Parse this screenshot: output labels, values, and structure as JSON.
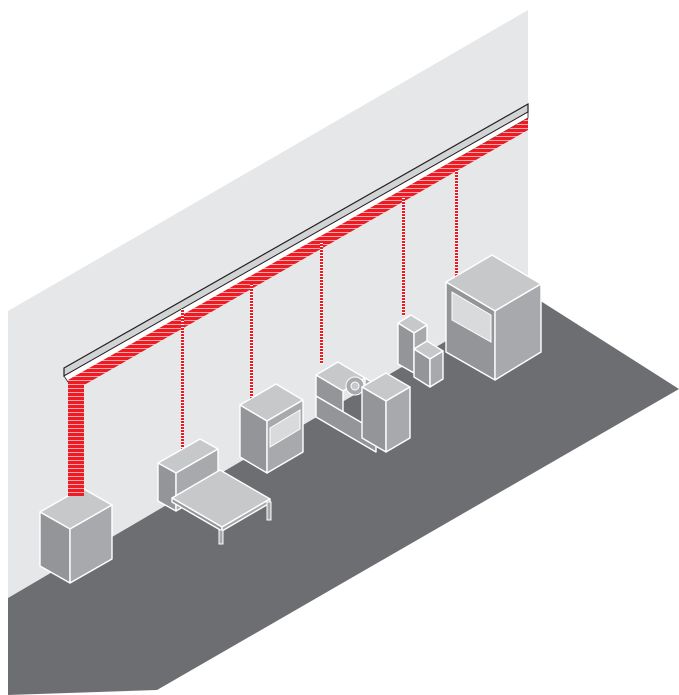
{
  "colors": {
    "background": "#ffffff",
    "wall": "#e6e7e8",
    "floor": "#6d6e71",
    "cable": "#ed1c24",
    "cable_light": "#f7a8ab",
    "tray": "#d1d3d4",
    "tray_edge": "#231f20",
    "device_front": "#a7a9ac",
    "device_side": "#939598",
    "device_top": "#c7c8ca",
    "screen": "#d9dadb"
  },
  "scene": {
    "labels": [],
    "objects": [
      "back-wall",
      "floor",
      "overhead-cable-tray",
      "main-cable-bundle",
      "drop-cable",
      "power-cabinet",
      "workbench-with-table",
      "monitor-cabinet",
      "machine-unit",
      "stepped-cabinet",
      "large-monitor-cabinet"
    ]
  }
}
